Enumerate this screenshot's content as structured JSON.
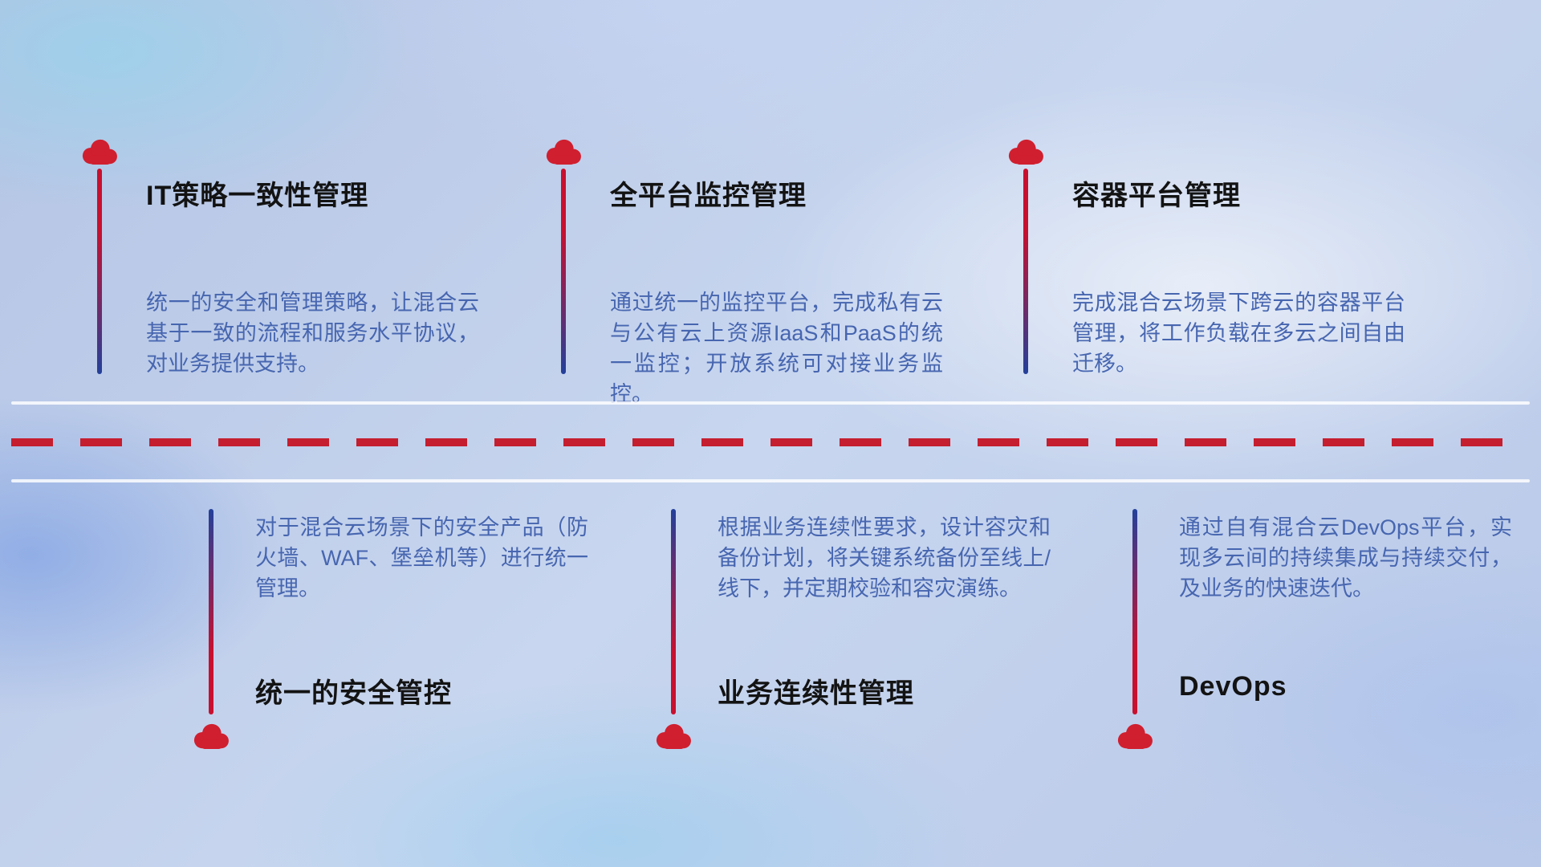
{
  "top_items": [
    {
      "title": "IT策略一致性管理",
      "description": "统一的安全和管理策略，让混合云基于一致的流程和服务水平协议，对业务提供支持。"
    },
    {
      "title": "全平台监控管理",
      "description": "通过统一的监控平台，完成私有云与公有云上资源IaaS和PaaS的统一监控；开放系统可对接业务监控。"
    },
    {
      "title": "容器平台管理",
      "description": "完成混合云场景下跨云的容器平台管理，将工作负载在多云之间自由迁移。"
    }
  ],
  "bottom_items": [
    {
      "title": "统一的安全管控",
      "description": "对于混合云场景下的安全产品（防火墙、WAF、堡垒机等）进行统一管理。"
    },
    {
      "title": "业务连续性管理",
      "description": "根据业务连续性要求，设计容灾和备份计划，将关键系统备份至线上/线下，并定期校验和容灾演练。"
    },
    {
      "title": "DevOps",
      "description": "通过自有混合云DevOps平台，实现多云间的持续集成与持续交付，及业务的快速迭代。"
    }
  ],
  "colors": {
    "cloud_red": "#d01f2f",
    "line_red": "#c8102e",
    "line_blue": "#23409a",
    "dash_red": "#c41e2f",
    "title_text": "#131313",
    "description_text": "#4766b0"
  }
}
